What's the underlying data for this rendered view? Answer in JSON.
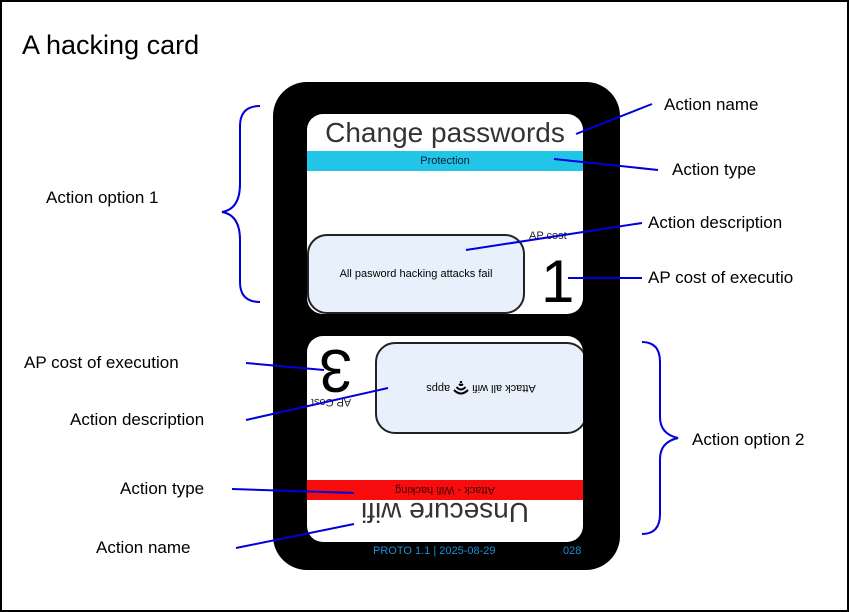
{
  "title": "A hacking card",
  "card": {
    "option1": {
      "name": "Change passwords",
      "type": "Protection",
      "description": "All pasword hacking attacks fail",
      "ap_label": "AP cost",
      "ap_value": "1"
    },
    "option2": {
      "name": "Unsecure wifi",
      "type": "Attack - Wifi hacking",
      "description_before": "Attack all wifi",
      "description_after": "apps",
      "ap_label": "AP Cost",
      "ap_value": "3"
    },
    "footer": "PROTO 1.1 | 2025-08-29",
    "card_number": "028"
  },
  "labels": {
    "action_option_1": "Action option 1",
    "action_option_2": "Action option 2",
    "right_action_name": "Action name",
    "right_action_type": "Action type",
    "right_action_description": "Action description",
    "right_ap_cost": "AP cost of executio",
    "left_ap_cost": "AP cost of execution",
    "left_action_description": "Action description",
    "left_action_type": "Action type",
    "left_action_name": "Action name"
  },
  "colors": {
    "connector": "#0000dd",
    "protection_bar": "#22c4e8",
    "attack_bar": "#f70d0d",
    "description_box": "#e8f1fb",
    "footer_text": "#1a8fd6"
  }
}
